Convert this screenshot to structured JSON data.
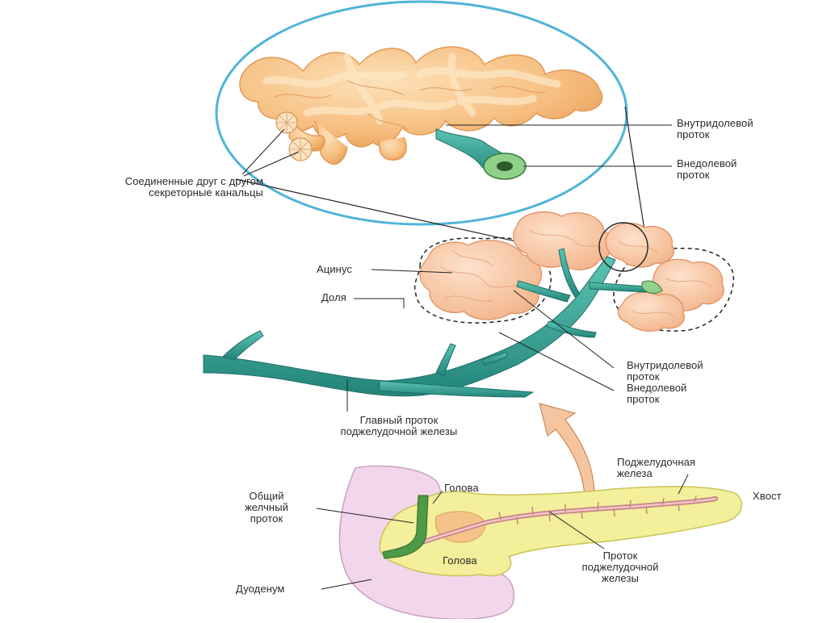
{
  "labels": {
    "intralobular_top": {
      "line1": "Внутридолевой",
      "line2": "проток"
    },
    "interlobular_top": {
      "line1": "Внедолевой",
      "line2": "проток"
    },
    "tubules": {
      "line1": "Соединенные друг с другом",
      "line2": "секреторные канальцы"
    },
    "acinus": "Ацинус",
    "lobule": "Доля",
    "intralobular_mid": {
      "line1": "Внутридолевой",
      "line2": "проток"
    },
    "interlobular_mid": {
      "line1": "Внедолевой",
      "line2": "проток"
    },
    "main_duct": {
      "line1": "Главный проток",
      "line2": "поджелудочной железы"
    },
    "pancreas": {
      "line1": "Поджелудочная",
      "line2": "железа"
    },
    "tail": "Хвост",
    "head_top": "Голова",
    "head_bottom": "Голова",
    "bile_duct": {
      "line1": "Общий",
      "line2": "желчный",
      "line3": "проток"
    },
    "pancreatic_duct": {
      "line1": "Проток",
      "line2": "поджелудочной",
      "line3": "железы"
    },
    "duodenum": "Дуоденум"
  },
  "colors": {
    "acinus_fill": "#f7c48a",
    "acinus_dark": "#e8a35c",
    "duct": "#3aa89a",
    "duct_dark": "#227a70",
    "lobule_fill": "#f8caa5",
    "circle": "#4fb4d8",
    "duodenum": "#f2d6ec",
    "pancreas": "#f3ef9a",
    "bile": "#4f9a46",
    "arrow": "#f5c5a0"
  }
}
